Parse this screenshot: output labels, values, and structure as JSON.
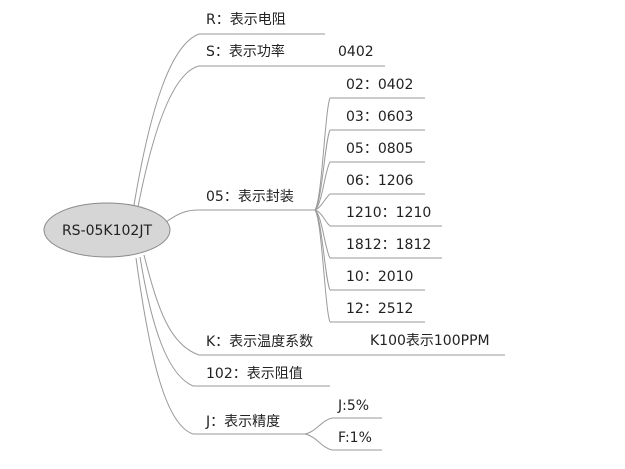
{
  "root": "RS-05K102JT",
  "branches": {
    "r": "R：表示电阻",
    "s": "S：表示功率",
    "s_value": "0402",
    "pkg": "05：表示封装",
    "pkg_items": [
      "02：0402",
      "03：0603",
      "05：0805",
      "06：1206",
      "1210：1210",
      "1812：1812",
      "10：2010",
      "12：2512"
    ],
    "k": "K：表示温度系数",
    "k_value": "K100表示100PPM",
    "res": "102：表示阻值",
    "j": "J：表示精度",
    "j_items": [
      "J:5%",
      "F:1%"
    ]
  }
}
